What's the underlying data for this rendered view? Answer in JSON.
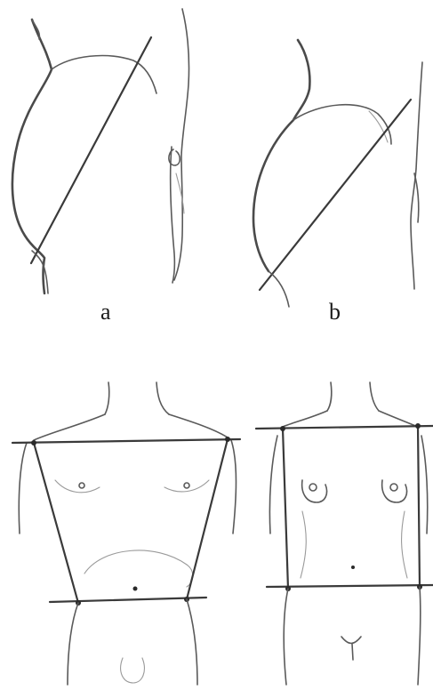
{
  "labels": {
    "a": "a",
    "b": "b"
  },
  "figures": [
    {
      "id": "a",
      "view": "side",
      "shape": "elongated torso with diagonal axis"
    },
    {
      "id": "b",
      "view": "side",
      "shape": "rounded torso with diagonal axis"
    },
    {
      "id": "c",
      "view": "front",
      "shape": "trapezoid (wide shoulders, narrow hips)"
    },
    {
      "id": "d",
      "view": "front",
      "shape": "rectangle (shoulders equal to hips)"
    }
  ],
  "colors": {
    "pencil": "#5a5a5a",
    "pencil_light": "#9a9a9a",
    "background": "#ffffff"
  }
}
